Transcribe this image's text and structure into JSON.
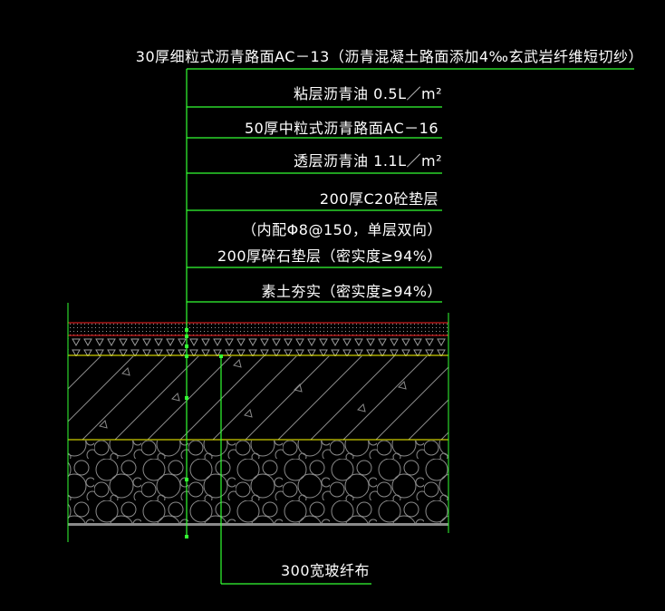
{
  "drawing": {
    "background": "#000000",
    "leader_color": "#33ff33",
    "text_color": "#ffffff",
    "callouts": [
      {
        "text": "30厚细粒式沥青路面AC－13（沥青混凝土路面添加4‰玄武岩纤维短切纱）"
      },
      {
        "text": "粘层沥青油  0.5L／m²"
      },
      {
        "text": "50厚中粒式沥青路面AC－16"
      },
      {
        "text": "透层沥青油  1.1L／m²"
      },
      {
        "text": "200厚C20砼垫层"
      },
      {
        "text": "（内配Φ8@150，单层双向）"
      },
      {
        "text": "200厚碎石垫层（密实度≥94%）"
      },
      {
        "text": "素土夯实（密实度≥94%）"
      }
    ],
    "bottom_callout": {
      "text": "300宽玻纤布"
    },
    "layers": [
      {
        "name": "asphalt-surface",
        "border_color": "#ff2222"
      },
      {
        "name": "base-triangles",
        "border_color": "#ffff00"
      },
      {
        "name": "concrete-cushion",
        "border_color": "#ffff00"
      },
      {
        "name": "gravel-cushion",
        "border_color": "#888888"
      }
    ]
  }
}
